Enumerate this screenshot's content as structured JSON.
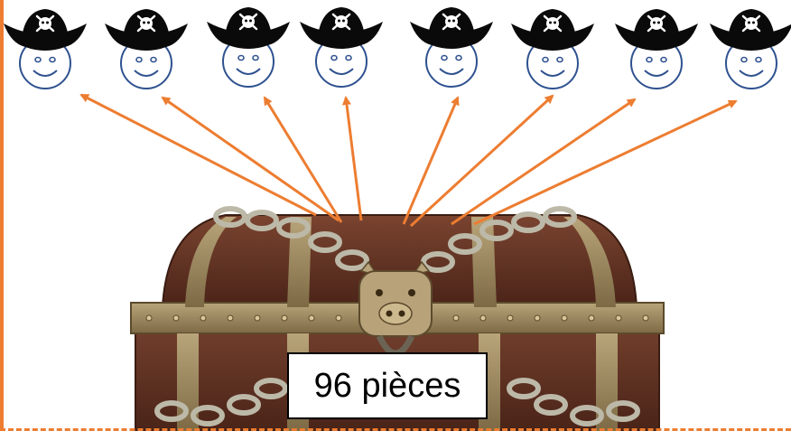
{
  "label": "96 pièces",
  "colors": {
    "arrow": "#ED7D31",
    "face_outline": "#2F528F",
    "hat": "#0a0a0a",
    "skull": "#ffffff",
    "chest_wood": "#6b3a27",
    "chest_wood_dark": "#4a2418",
    "chest_metal": "#9b8660",
    "chain": "#bdb9a8",
    "left_bar": "#ED7D31",
    "bottom_dash": "#ED7D31"
  },
  "pirates": [
    {
      "id": 1,
      "icon": "pirate-smiley-icon"
    },
    {
      "id": 2,
      "icon": "pirate-smiley-icon"
    },
    {
      "id": 3,
      "icon": "pirate-smiley-icon"
    },
    {
      "id": 4,
      "icon": "pirate-smiley-icon"
    },
    {
      "id": 5,
      "icon": "pirate-smiley-icon"
    },
    {
      "id": 6,
      "icon": "pirate-smiley-icon"
    },
    {
      "id": 7,
      "icon": "pirate-smiley-icon"
    },
    {
      "id": 8,
      "icon": "pirate-smiley-icon"
    }
  ],
  "chest_icon": "treasure-chest-icon",
  "chest_lock_icon": "pig-padlock-icon"
}
